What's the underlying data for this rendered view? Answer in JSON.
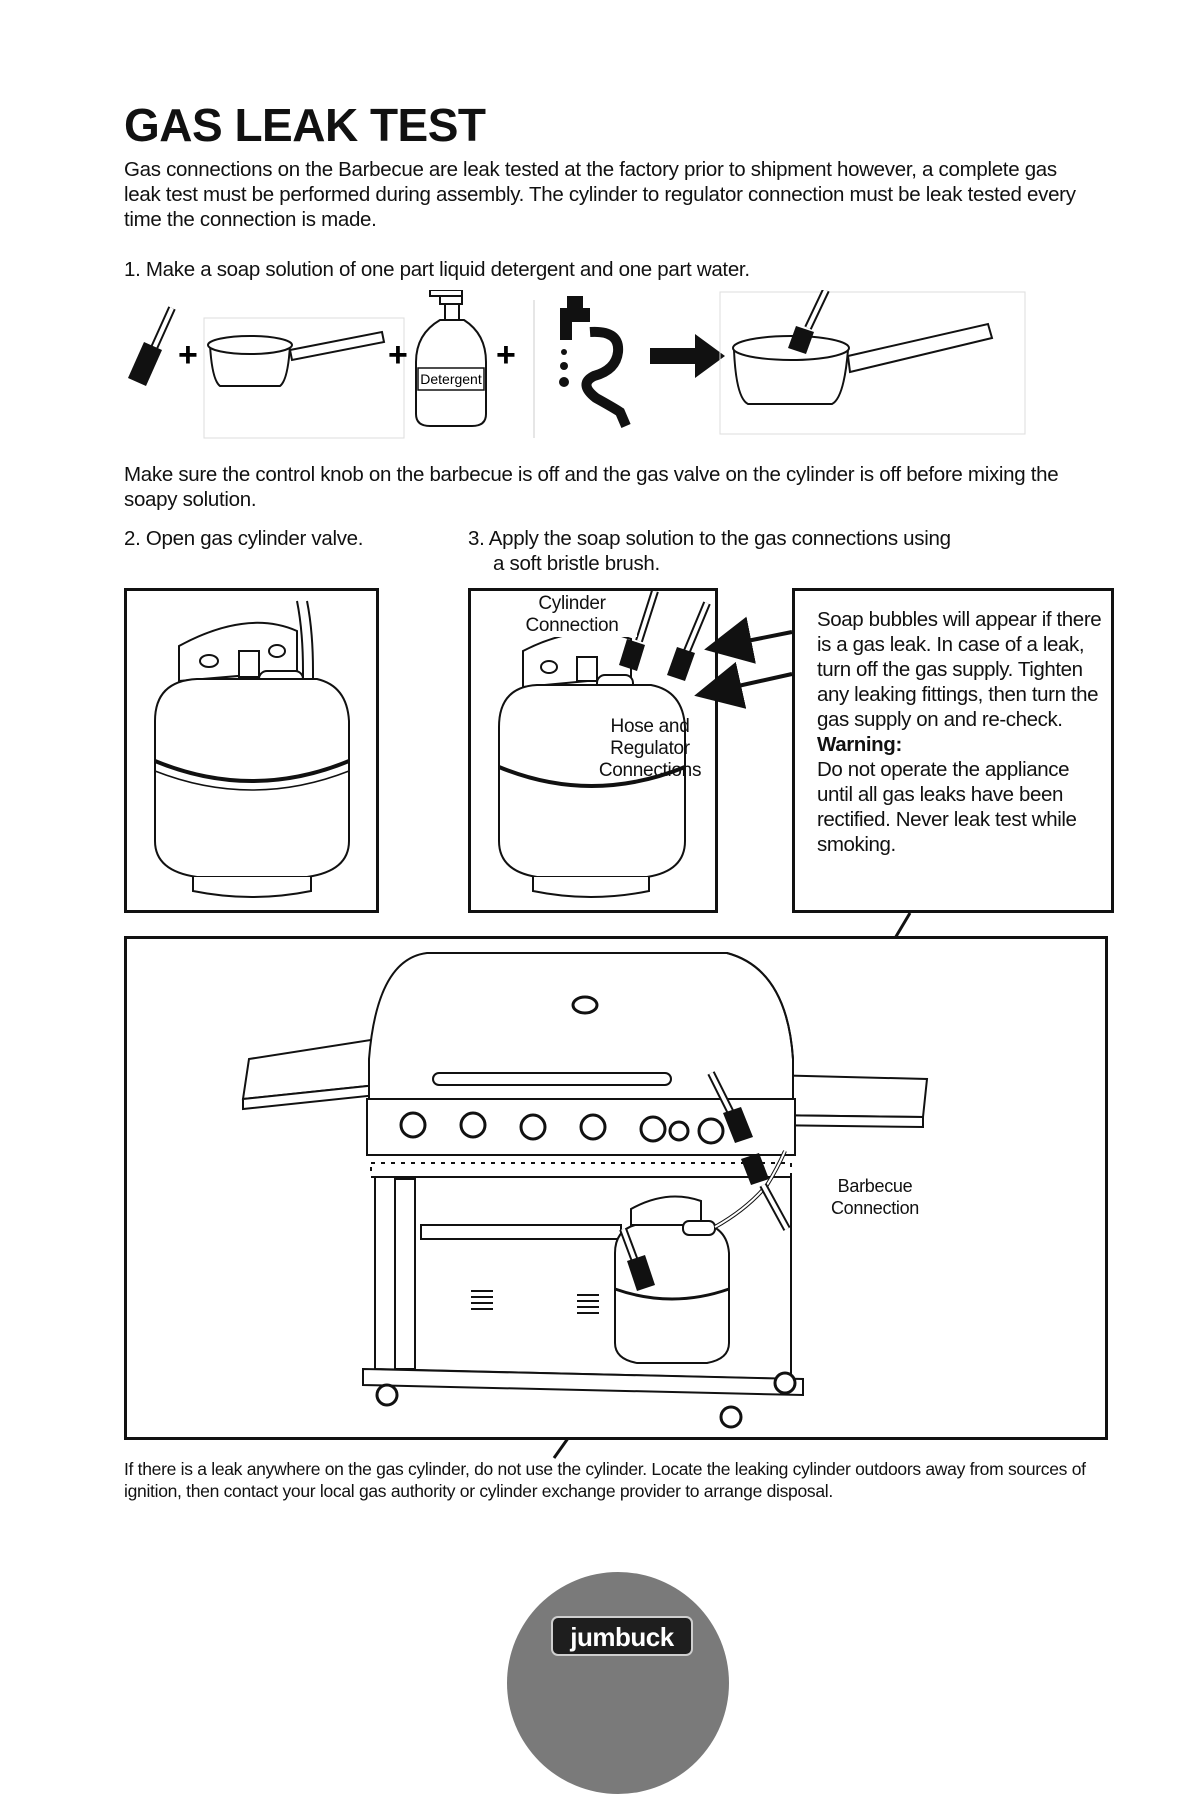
{
  "title": "GAS LEAK TEST",
  "intro": "Gas connections on the Barbecue are leak tested at the factory prior to shipment however, a complete gas leak test must be performed during assembly. The cylinder to regulator connection must be leak tested every time the connection is made.",
  "step1": "1. Make a soap solution of one part liquid detergent and one part water.",
  "detergent_label": "Detergent",
  "plus_sign": "+",
  "precaution": "Make sure the control knob on the barbecue is off and the gas valve on the cylinder is off before mixing the soapy solution.",
  "step2": "2. Open gas cylinder valve.",
  "step3_line1": "3. Apply the soap solution to the gas connections using",
  "step3_line2": "a soft bristle brush.",
  "cylinder_connection_label": "Cylinder Connection",
  "hose_regulator_label": "Hose and Regulator Connections",
  "warning_box": {
    "text1": "Soap bubbles will appear if there is a gas leak. In case of a leak, turn off  the gas supply. Tighten any leaking fittings, then turn the gas supply on and re-check.",
    "heading": "Warning",
    "heading_suffix": ":",
    "text2": "Do not operate the appliance until all gas leaks have been rectified. Never leak test while smoking."
  },
  "barbecue_connection_label": "Barbecue Connection",
  "footer_note": "If there is a leak anywhere on the gas cylinder, do not use the cylinder. Locate the leaking cylinder outdoors away from sources of ignition, then contact your local gas authority or cylinder exchange provider to arrange disposal.",
  "brand": "jumbuck"
}
